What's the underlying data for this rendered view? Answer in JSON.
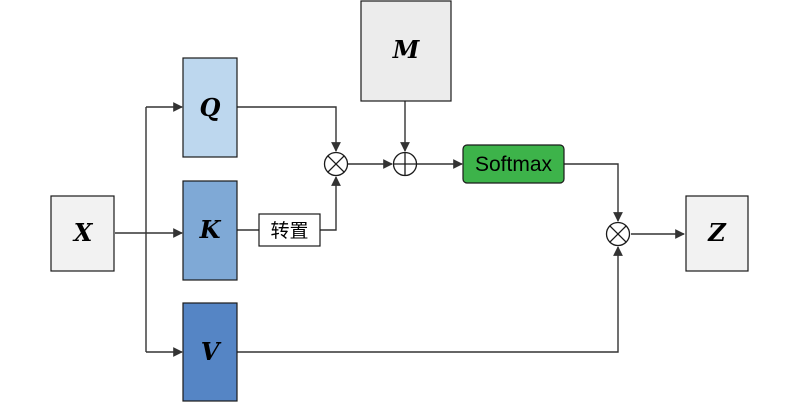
{
  "diagram": {
    "nodes": {
      "x": {
        "label": "X",
        "fill": "#f2f2f2"
      },
      "q": {
        "label": "Q",
        "fill": "#bdd7ee"
      },
      "k": {
        "label": "K",
        "fill": "#7fa9d6"
      },
      "v": {
        "label": "V",
        "fill": "#5585c5"
      },
      "m": {
        "label": "M",
        "fill": "#ececec"
      },
      "z": {
        "label": "Z",
        "fill": "#f2f2f2"
      },
      "transpose": {
        "label": "转置",
        "fill": "#ffffff"
      },
      "softmax": {
        "label": "Softmax",
        "fill": "#3db34a"
      }
    },
    "operators": {
      "multiply": "⊗",
      "add": "⊕"
    },
    "colors": {
      "stroke": "#1a1a1a",
      "edge": "#333333"
    }
  }
}
